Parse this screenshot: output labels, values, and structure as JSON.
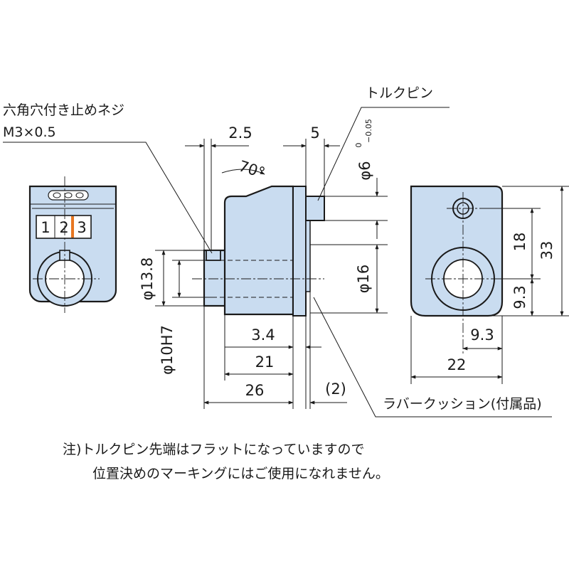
{
  "labels": {
    "set_screw_name": "六角穴付き止めネジ",
    "set_screw_size": "M3×0.5",
    "torque_pin": "トルクピン",
    "rubber_cushion": "ラバークッション(付属品)",
    "dial_1": "1",
    "dial_2": "2",
    "dial_3": "3"
  },
  "dimensions": {
    "d_2_5": "2.5",
    "d_5": "5",
    "angle_70": "70°",
    "phi6": "φ6",
    "phi6_tol_upper": "0",
    "phi6_tol_lower": "−0.05",
    "phi13_8": "φ13.8",
    "phi10h7": "φ10H7",
    "phi16": "φ16",
    "d_3_4": "3.4",
    "d_21": "21",
    "d_26": "26",
    "d_2_paren": "(2)",
    "d_18": "18",
    "d_33": "33",
    "d_9_3_v": "9.3",
    "d_9_3_h": "9.3",
    "d_22": "22"
  },
  "note": {
    "line1": "注)トルクピン先端はフラットになっていますので",
    "line2": "位置決めのマーキングにはご使用になれません。"
  },
  "colors": {
    "body_fill": "#c9dcf0",
    "accent_orange": "#e87722",
    "outline": "#1a1a1a"
  }
}
